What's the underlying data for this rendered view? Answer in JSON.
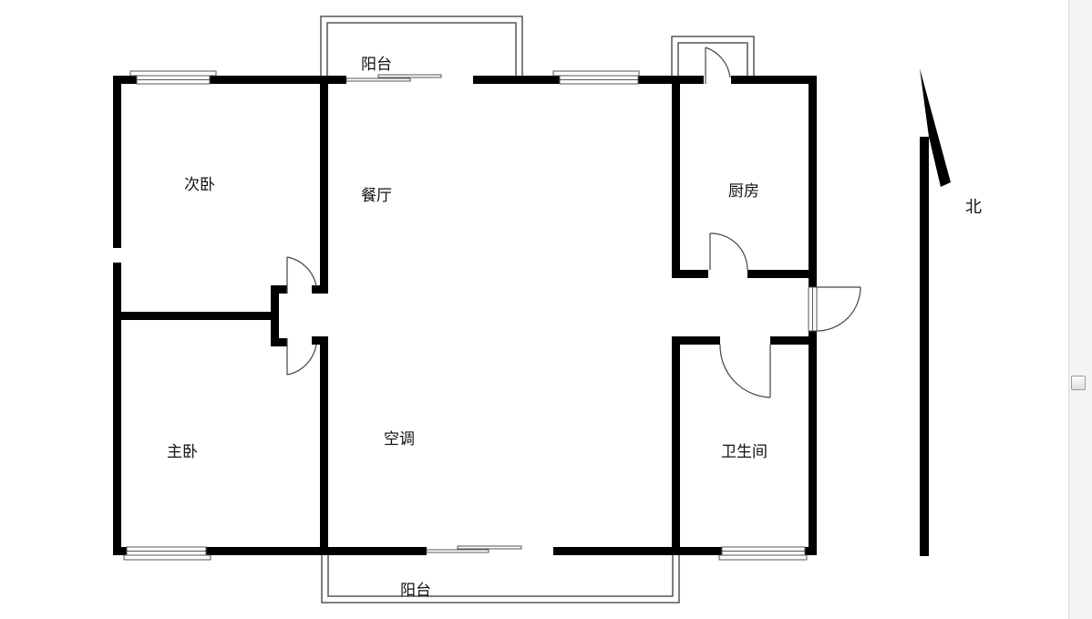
{
  "rooms": {
    "balcony_top": "阳台",
    "second_bedroom": "次卧",
    "dining_room": "餐厅",
    "kitchen": "厨房",
    "master_bedroom": "主卧",
    "air_conditioning": "空调",
    "bathroom": "卫生间",
    "balcony_bottom": "阳台"
  },
  "compass": {
    "north": "北"
  },
  "colors": {
    "wall": "#000000",
    "line": "#555555",
    "background": "#ffffff"
  }
}
